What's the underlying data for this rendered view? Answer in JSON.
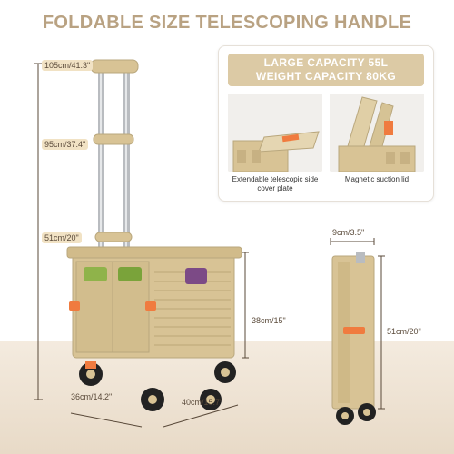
{
  "headline": "FOLDABLE SIZE TELESCOPING HANDLE",
  "heights": {
    "h1": "105cm/41.3\"",
    "h2": "95cm/37.4\"",
    "h3": "51cm/20\""
  },
  "box_height": "38cm/15\"",
  "width_front": "36cm/14.2\"",
  "depth": "40cm/15.7\"",
  "folded": {
    "thickness": "9cm/3.5\"",
    "height": "51cm/20\""
  },
  "panel": {
    "capacity_line1": "LARGE CAPACITY 55L",
    "capacity_line2": "WEIGHT CAPACITY 80KG",
    "caption_left": "Extendable telescopic side cover plate",
    "caption_right": "Magnetic suction lid"
  },
  "colors": {
    "cart_body": "#d8c395",
    "accent_orange": "#f07b3f",
    "headline": "#b9a282"
  }
}
